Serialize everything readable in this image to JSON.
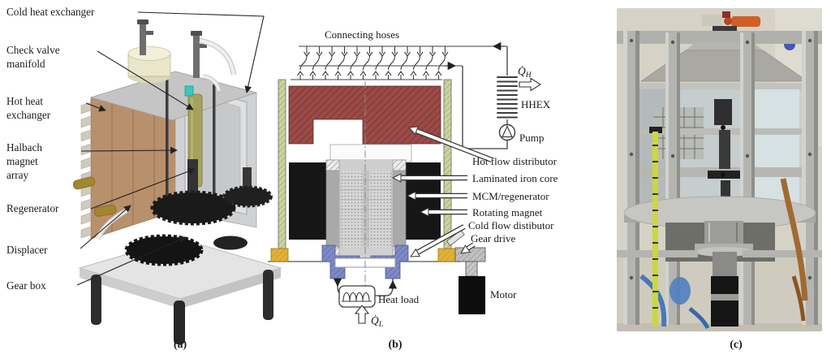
{
  "figure": {
    "caption_a": "(a)",
    "caption_b": "(b)",
    "caption_c": "(c)"
  },
  "panel_a": {
    "labels": {
      "cold_heat_exchanger": "Cold heat exchanger",
      "check_valve_line1": "Check valve",
      "check_valve_line2": "manifold",
      "hot_heat_line1": "Hot heat",
      "hot_heat_line2": "exchanger",
      "halbach_line1": "Halbach",
      "halbach_line2": "magnet",
      "halbach_line3": "array",
      "regenerator": "Regenerator",
      "displacer": "Displacer",
      "gear_box": "Gear box"
    }
  },
  "panel_b": {
    "labels": {
      "connecting_hoses": "Connecting hoses",
      "q_dot": "Q̇",
      "q_sub_h": "H",
      "q_sub_l": "L",
      "hhex": "HHEX",
      "pump": "Pump",
      "hot_flow_distributor": "Hot flow distributor",
      "laminated_iron_core": "Laminated iron core",
      "mcm_regenerator": "MCM/regenerator",
      "rotating_magnet": "Rotating magnet",
      "cold_flow_distributor": "Cold flow distibutor",
      "gear_drive": "Gear drive",
      "motor": "Motor",
      "heat_load": "Heat load"
    },
    "colors": {
      "hot_distributor": "#9a4a47",
      "chamber_wall": "#cdd3a0",
      "rotating_magnet": "#161616",
      "cold_distributor": "#7e8ac6",
      "corner_block": "#e2b136",
      "iron_core": "#a9a9a9",
      "gear_drive": "#c0c0c0",
      "motor": "#0d0d0d"
    }
  }
}
